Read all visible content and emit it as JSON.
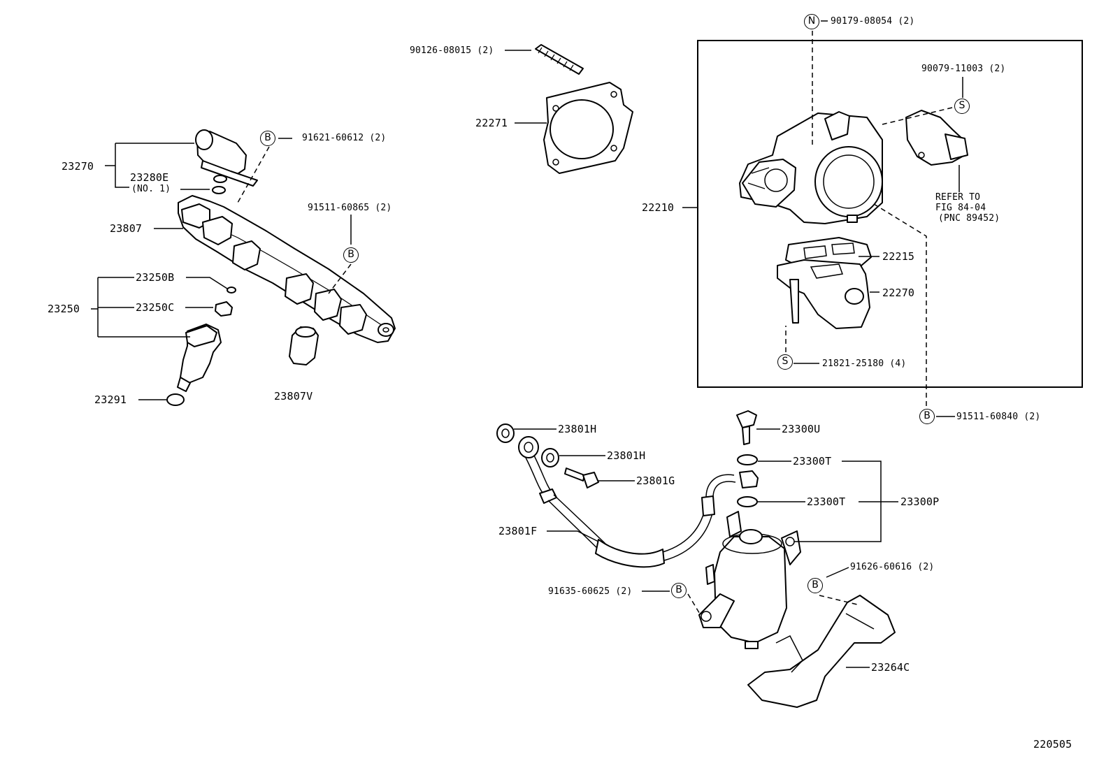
{
  "figure_code": "220505",
  "symbols": {
    "B": "B",
    "N": "N",
    "S": "S"
  },
  "labels": {
    "p23270": "23270",
    "p23280e": "23280E",
    "p23280e_note": "(NO. 1)",
    "p91621": "91621-60612 (2)",
    "p23807": "23807",
    "p91511_865": "91511-60865 (2)",
    "p23250": "23250",
    "p23250b": "23250B",
    "p23250c": "23250C",
    "p23291": "23291",
    "p23807v": "23807V",
    "p90126": "90126-08015 (2)",
    "p22271": "22271",
    "p90179": "90179-08054 (2)",
    "p90079": "90079-11003 (2)",
    "p22210": "22210",
    "refer1": "REFER TO",
    "refer2": "FIG 84-04",
    "refer3": "(PNC 89452)",
    "p22215": "22215",
    "p22270": "22270",
    "p21821": "21821-25180 (4)",
    "p91511_840": "91511-60840 (2)",
    "p23801h_a": "23801H",
    "p23801h_b": "23801H",
    "p23801g": "23801G",
    "p23801f": "23801F",
    "p23300u": "23300U",
    "p23300t_a": "23300T",
    "p23300t_b": "23300T",
    "p23300p": "23300P",
    "p91626": "91626-60616 (2)",
    "p91635": "91635-60625 (2)",
    "p23264c": "23264C"
  }
}
